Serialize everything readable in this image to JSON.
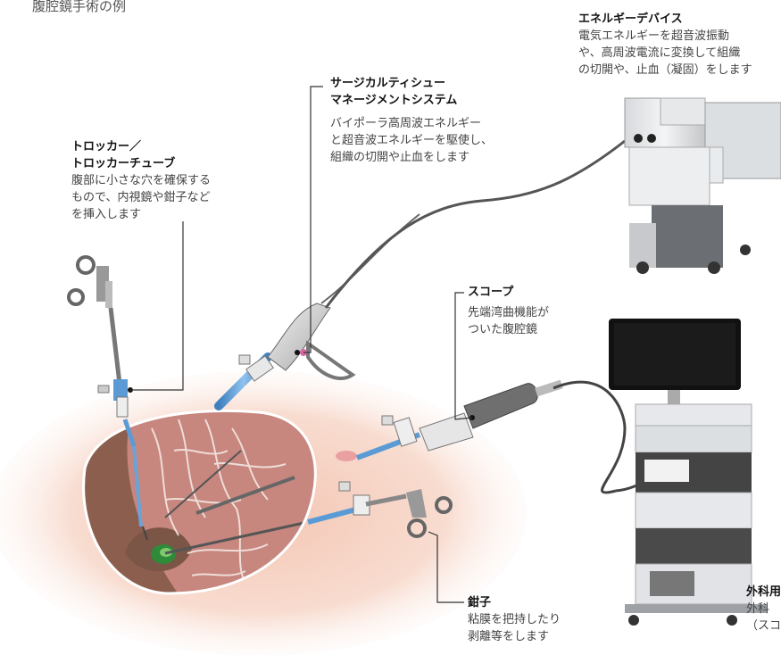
{
  "title": "腹腔鏡手術の例",
  "labels": {
    "energy_device": {
      "heading": "エネルギーデバイス",
      "body": [
        "電気エネルギーを超音波振動",
        "や、高周波電流に変換して組織",
        "の切開や、止血（凝固）をします"
      ]
    },
    "tissue_system": {
      "heading": [
        "サージカルティシュー",
        "マネージメントシステム"
      ],
      "body": [
        "バイポーラ高周波エネルギー",
        "と超音波エネルギーを駆使し、",
        "組織の切開や止血をします"
      ]
    },
    "trocar": {
      "heading": [
        "トロッカー／",
        "トロッカーチューブ"
      ],
      "body": [
        "腹部に小さな穴を確保する",
        "もので、内視鏡や鉗子など",
        "を挿入します"
      ]
    },
    "scope": {
      "heading": "スコープ",
      "body": [
        "先端湾曲機能が",
        "ついた腹腔鏡"
      ]
    },
    "forceps": {
      "heading": "鉗子",
      "body": [
        "粘膜を把持したり",
        "剥離等をします"
      ]
    },
    "surgery_system": {
      "heading": "外科用",
      "body": [
        "外科",
        "（スコ"
      ]
    }
  },
  "colors": {
    "skin": "#f6d7c9",
    "tube": "#5b9bd5",
    "cavity": "#c98c84",
    "fat": "#9a6e5a",
    "organ_green": "#2f8a3a",
    "leader": "#333333"
  }
}
